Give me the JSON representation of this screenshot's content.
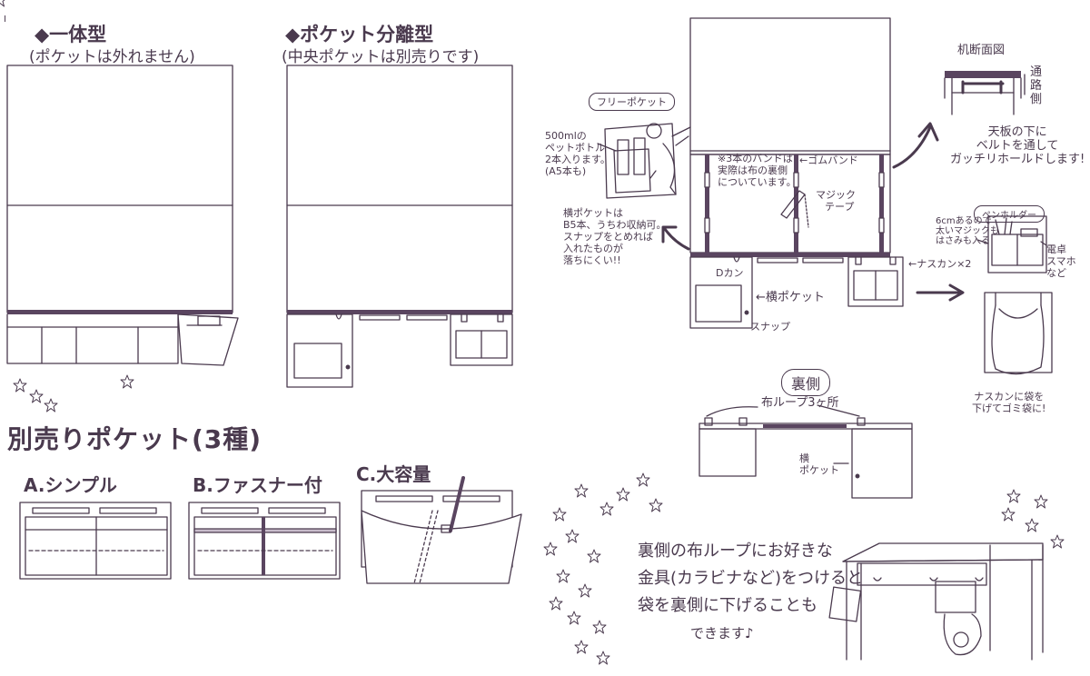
{
  "colors": {
    "ink": "#4a3a4e",
    "paper": "#ffffff",
    "band": "#5a4560"
  },
  "titles": {
    "integrated": "◆一体型",
    "integrated_sub": "(ポケットは外れません)",
    "separated": "◆ポケット分離型",
    "separated_sub": "(中央ポケットは別売りです)",
    "sold_separately": "別売りポケット(3種)"
  },
  "pocket_types": {
    "a": "A.シンプル",
    "b": "B.ファスナー付",
    "c": "C.大容量"
  },
  "free_pocket": {
    "badge": "フリーポケット",
    "bottle_note": [
      "500mlの",
      "ペットボトル",
      "2本入ります。",
      "(A5本も)"
    ],
    "side_note": [
      "横ポケットは",
      "B5本、うちわ収納可。",
      "スナップをとめれば",
      "入れたものが",
      "落ちにくい!!"
    ]
  },
  "cover": {
    "band_note": [
      "※3本のバンドは",
      "実際は布の裏側",
      "についています。"
    ],
    "elastic_band": "←ゴムバンド",
    "magic_tape": [
      "マジック",
      "テープ"
    ],
    "d_ring": "Dカン",
    "side_pocket": "←横ポケット",
    "snap": "スナップ",
    "nascan": "←ナスカン×2"
  },
  "desk_section": {
    "label": "机断面図",
    "aisle": [
      "通",
      "路",
      "側"
    ],
    "note": [
      "天板の下に",
      "ベルトを通して",
      "ガッチリホールドします!"
    ]
  },
  "pen_holder": {
    "badge": "ペンホルダー",
    "left_note": [
      "6cmあるので",
      "太いマジックも",
      "はさみも入る!"
    ],
    "right_note": [
      "電卓",
      "スマホ",
      "など"
    ],
    "bag_note": [
      "ナスカンに袋を",
      "下げてゴミ袋に!"
    ]
  },
  "back": {
    "badge": "裏側",
    "loops": "布ループ3ヶ所",
    "side_pocket": [
      "横",
      "ポケット"
    ]
  },
  "bottom_note": [
    "裏側の布ループにお好きな",
    "金具(カラビナなど)をつけると",
    "袋を裏側に下げることも",
    "できます♪"
  ]
}
